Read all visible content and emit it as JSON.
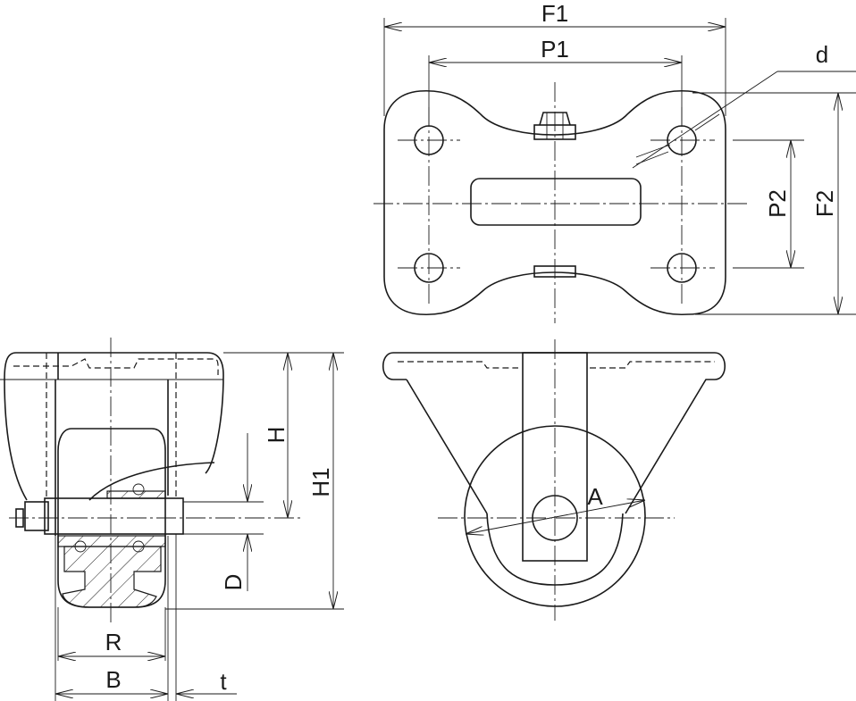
{
  "labels": {
    "F1": "F1",
    "P1": "P1",
    "d": "d",
    "P2": "P2",
    "F2": "F2",
    "H": "H",
    "H1": "H1",
    "D": "D",
    "A": "A",
    "R": "R",
    "B": "B",
    "t": "t"
  },
  "colors": {
    "line": "#1a1a1a",
    "background": "#ffffff"
  }
}
